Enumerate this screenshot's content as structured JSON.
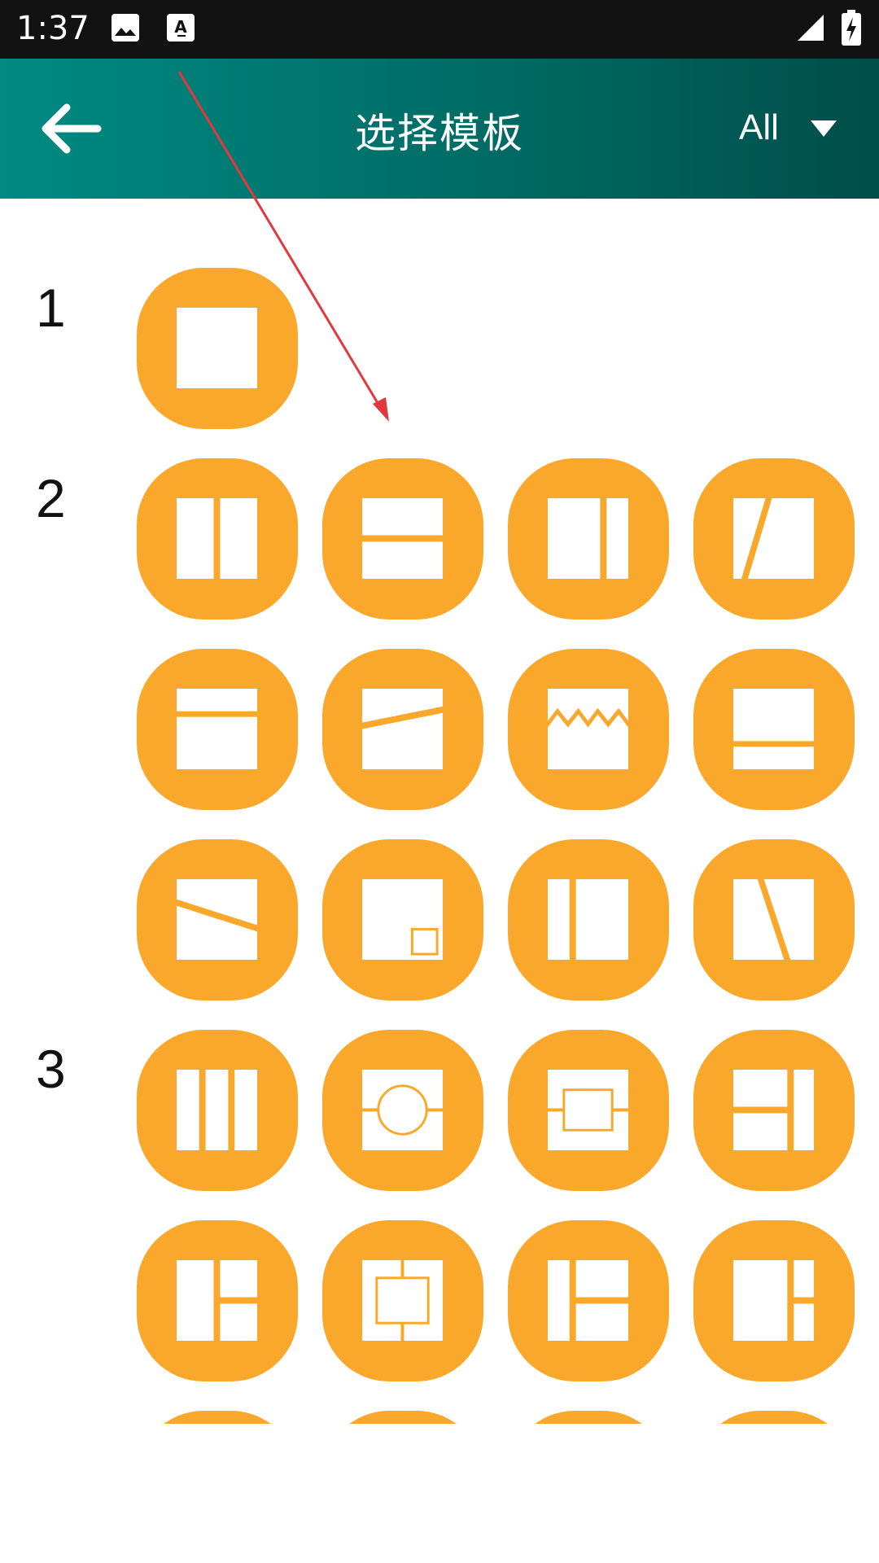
{
  "status_bar": {
    "time": "1:37",
    "icons": [
      "image-icon",
      "text-a-icon",
      "signal-icon",
      "battery-charging-icon"
    ]
  },
  "app_bar": {
    "back_icon": "arrow-left-icon",
    "title": "选择模板",
    "filter_label": "All",
    "filter_icon": "caret-down-icon"
  },
  "sections": [
    {
      "label": "1",
      "templates": [
        "single"
      ]
    },
    {
      "label": "2",
      "templates": [
        "two-columns",
        "two-rows",
        "wide-narrow-columns",
        "diagonal-columns",
        "top-strip",
        "slanted-rows",
        "zigzag-rows",
        "bottom-strip",
        "slant-down-rows",
        "corner-inset",
        "narrow-wide-columns",
        "diagonal-columns-reverse"
      ]
    },
    {
      "label": "3",
      "templates": [
        "three-columns",
        "circle-center",
        "rect-center",
        "left-two-right",
        "left-right-two",
        "rect-inset-center",
        "narrow-left-two-right",
        "left-narrow-two-right"
      ]
    }
  ],
  "colors": {
    "tile": "#f9a82b",
    "appbar_start": "#008a82",
    "appbar_end": "#004e4a",
    "annotation_arrow": "#e0393e"
  }
}
